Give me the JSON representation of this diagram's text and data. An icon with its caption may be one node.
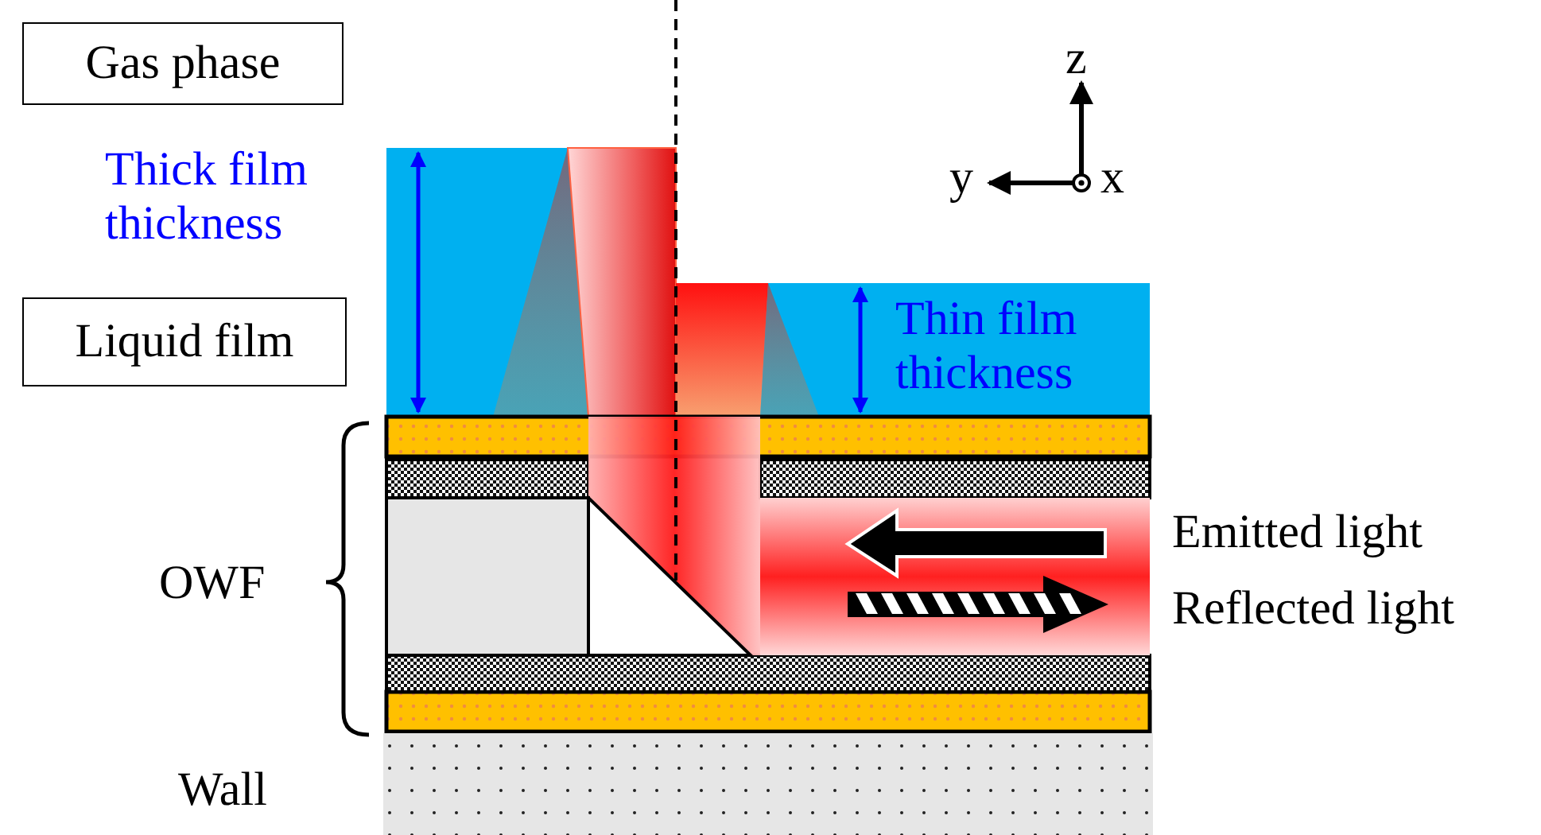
{
  "diagram": {
    "nodes": [
      {
        "text": [
          "Gas phase"
        ]
      },
      {
        "text": [
          "Liquid film"
        ]
      }
    ],
    "labels": [
      "z",
      "y",
      "x",
      "Thick film thickness",
      "Thin film thickness",
      "Emitted light",
      "OWF",
      "Reflected light",
      "Wall"
    ]
  }
}
